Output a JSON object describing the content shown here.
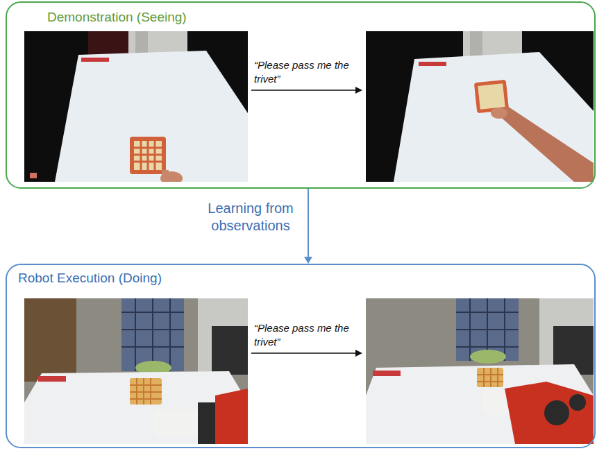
{
  "diagram": {
    "nodes": [
      {
        "text": [
          "Demonstration (Seeing)"
        ]
      },
      {
        "text": [
          "Robot Execution (Doing)"
        ]
      }
    ],
    "edges": [
      {
        "from": 0,
        "to": 1,
        "arrow": "to",
        "label": "Learning from observations"
      }
    ],
    "labels": [
      "“Please pass me the trivet”",
      "“Please pass me the trivet”"
    ]
  }
}
